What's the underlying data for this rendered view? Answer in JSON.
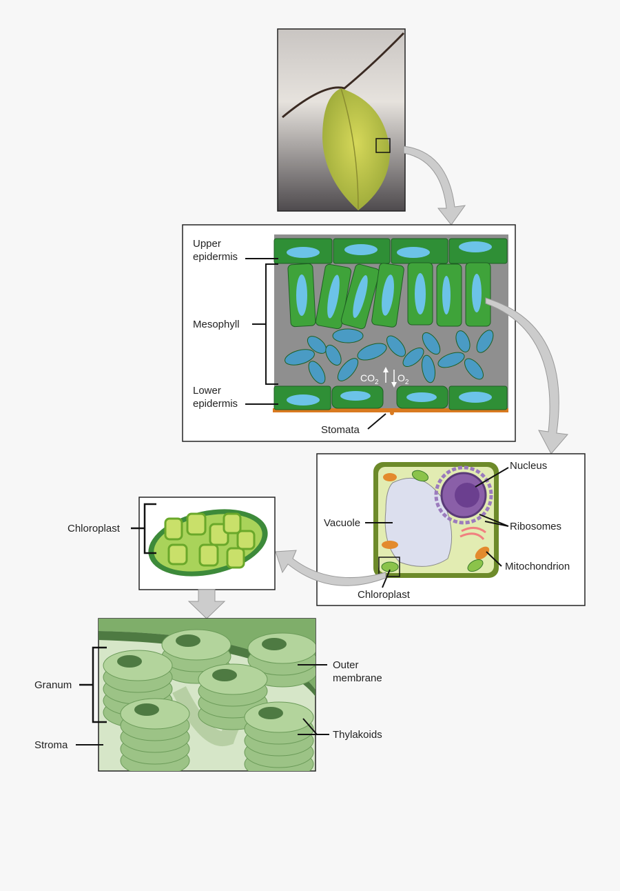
{
  "labels": {
    "upper_epidermis_1": "Upper",
    "upper_epidermis_2": "epidermis",
    "mesophyll": "Mesophyll",
    "lower_epidermis_1": "Lower",
    "lower_epidermis_2": "epidermis",
    "stomata": "Stomata",
    "co2": "CO",
    "co2_sub": "2",
    "o2": "O",
    "o2_sub": "2",
    "nucleus": "Nucleus",
    "vacuole": "Vacuole",
    "ribosomes": "Ribosomes",
    "mitochondrion": "Mitochondrion",
    "chloroplast_cell": "Chloroplast",
    "chloroplast": "Chloroplast",
    "granum": "Granum",
    "stroma": "Stroma",
    "outer_membrane_1": "Outer",
    "outer_membrane_2": "membrane",
    "thylakoids": "Thylakoids"
  },
  "colors": {
    "background": "#f7f7f7",
    "arrow_fill": "#cccccc",
    "leaf_green": "#b5c43c",
    "cell_green": "#3fa33a",
    "vacuole_blue": "#6cc3e8",
    "granum_green": "#a8c98e"
  }
}
